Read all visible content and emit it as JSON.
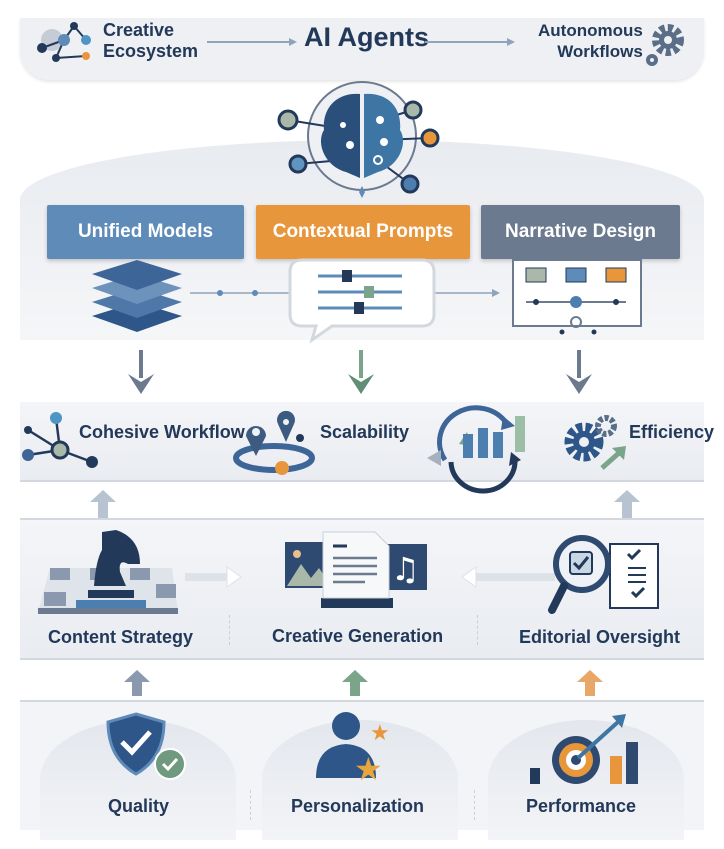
{
  "header": {
    "left_line1": "Creative",
    "left_line2": "Ecosystem",
    "center": "AI Agents",
    "right_line1": "Autonomous",
    "right_line2": "Workflows"
  },
  "pillars": [
    {
      "label": "Unified Models",
      "color": "#5f8bb8"
    },
    {
      "label": "Contextual Prompts",
      "color": "#e8963c"
    },
    {
      "label": "Narrative Design",
      "color": "#6b7a8f"
    }
  ],
  "benefits": [
    "Cohesive Workflow",
    "Scalability",
    "Efficiency"
  ],
  "stages": [
    "Content Strategy",
    "Creative Generation",
    "Editorial Oversight"
  ],
  "outcomes": [
    "Quality",
    "Personalization",
    "Performance"
  ],
  "colors": {
    "navy": "#22395a",
    "blue": "#5f8bb8",
    "orange": "#e8963c",
    "green": "#7aa58a",
    "slate": "#6b7a8f"
  }
}
